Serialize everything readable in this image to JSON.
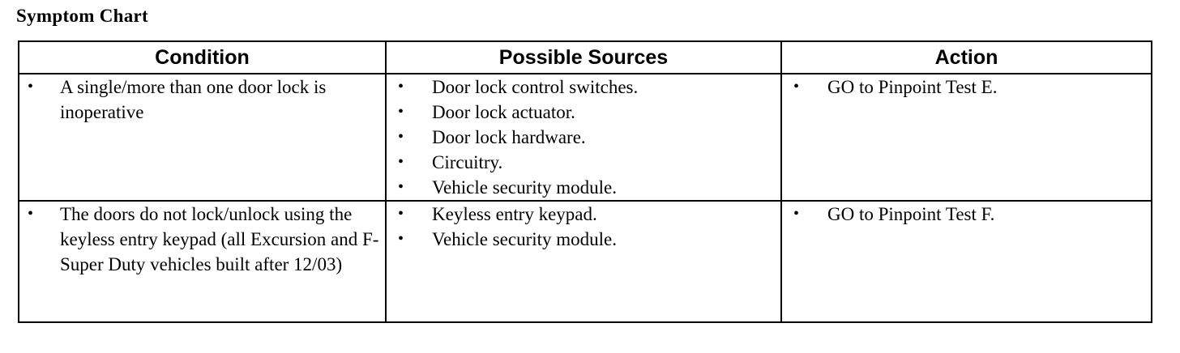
{
  "page": {
    "title": "Symptom Chart"
  },
  "table": {
    "headers": [
      "Condition",
      "Possible Sources",
      "Action"
    ],
    "rows": [
      {
        "condition": [
          "A single/more than one door lock is inoperative"
        ],
        "possible_sources": [
          "Door lock control switches.",
          "Door lock actuator.",
          "Door lock hardware.",
          "Circuitry.",
          "Vehicle security module."
        ],
        "action": [
          "GO to Pinpoint Test E."
        ]
      },
      {
        "condition": [
          "The doors do not lock/unlock using the keyless entry keypad (all Excursion and F-Super Duty vehicles built after 12/03)"
        ],
        "possible_sources": [
          "Keyless entry keypad.",
          "Vehicle security module."
        ],
        "action": [
          "GO to Pinpoint Test F."
        ]
      }
    ]
  },
  "style": {
    "border_color": "#000000",
    "text_color": "#000000",
    "background_color": "#ffffff"
  }
}
